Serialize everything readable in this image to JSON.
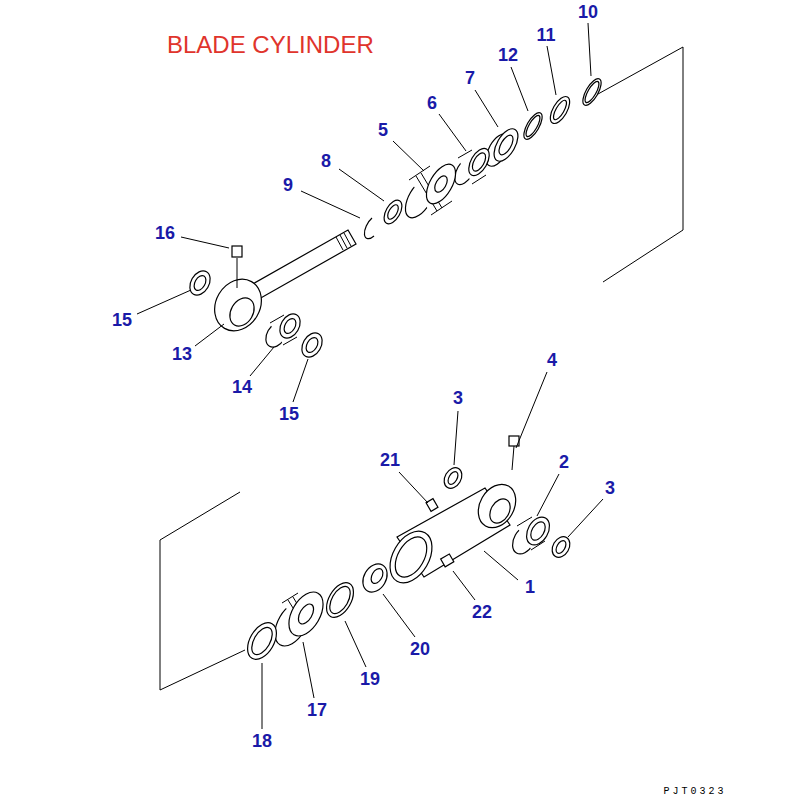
{
  "diagram": {
    "title": "BLADE CYLINDER",
    "labels": [
      "10",
      "11",
      "12",
      "7",
      "6",
      "5",
      "8",
      "9",
      "16",
      "15",
      "13",
      "14",
      "15",
      "4",
      "3",
      "21",
      "2",
      "3",
      "1",
      "22",
      "20",
      "19",
      "17",
      "18",
      "PJT0323"
    ]
  }
}
